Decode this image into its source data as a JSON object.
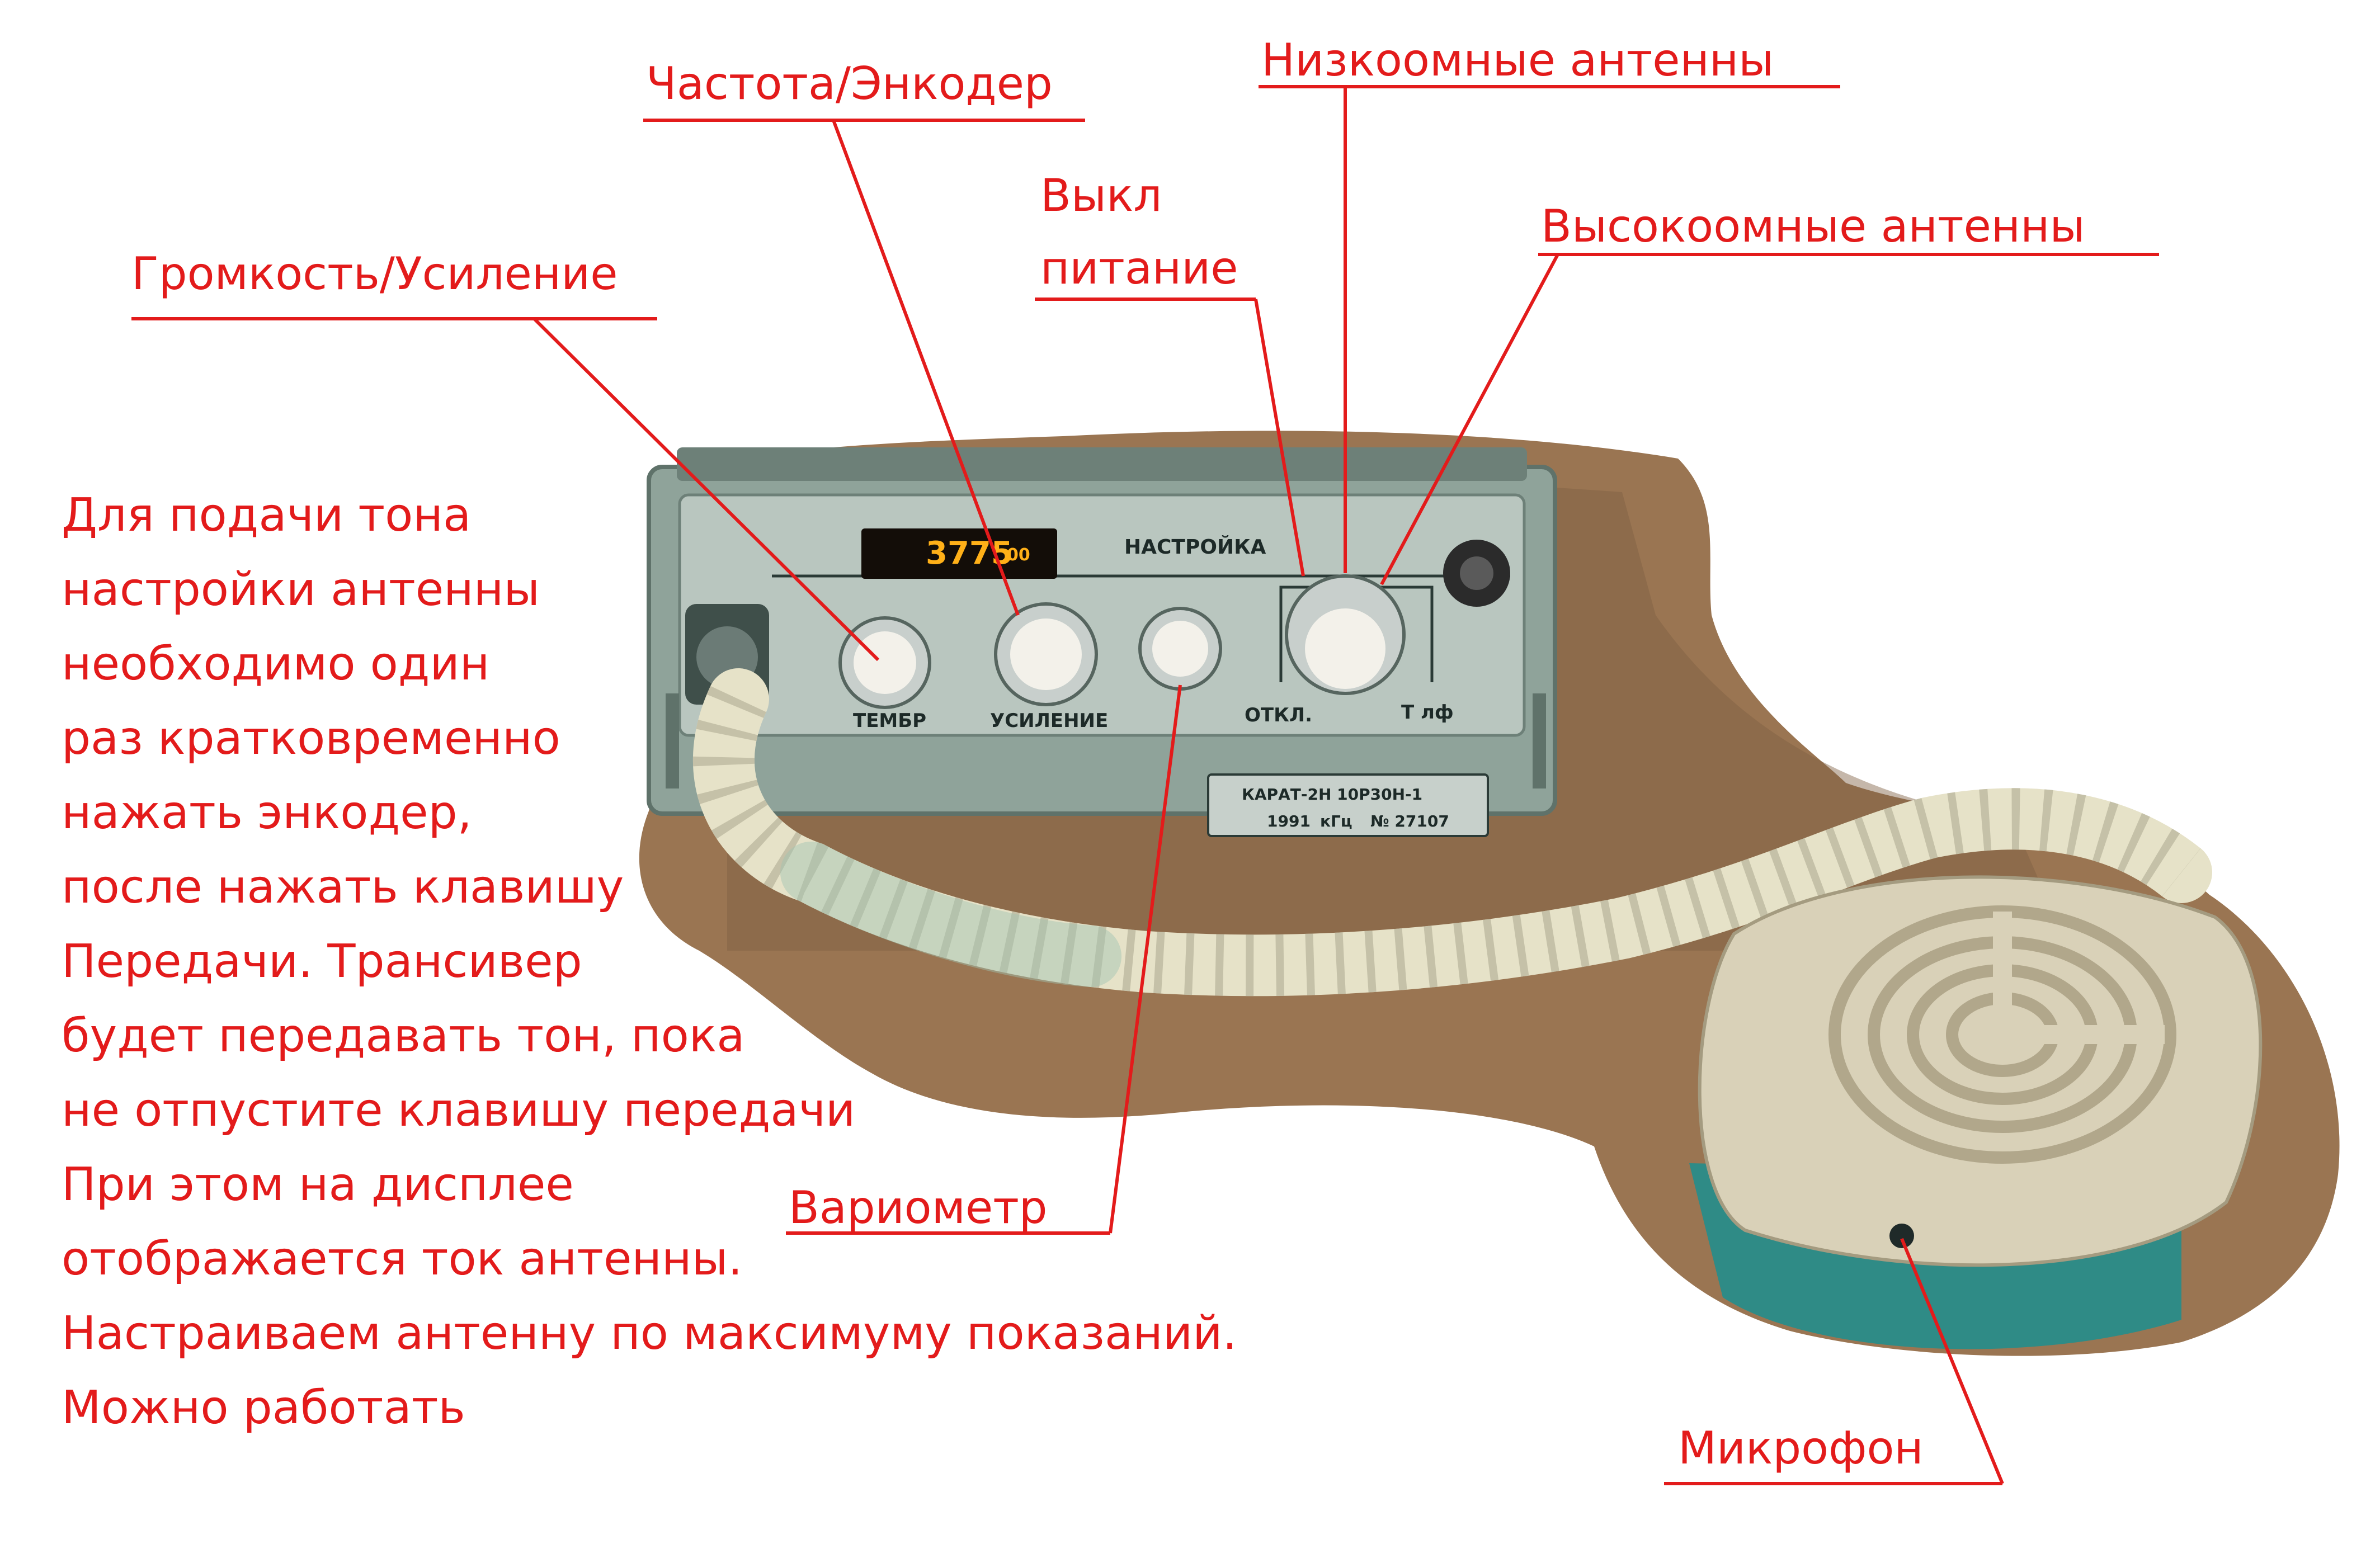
{
  "labels": {
    "frequency_encoder": "Частота/Энкодер",
    "low_impedance_antennas": "Низкоомные антенны",
    "power_off_1": "Выкл",
    "power_off_2": "питание",
    "high_impedance_antennas": "Высокоомные антенны",
    "volume_gain": "Громкость/Усиление",
    "variometer": "Вариометр",
    "microphone": "Микрофон"
  },
  "instructions": [
    "Для подачи тона",
    "настройки антенны",
    "необходимо один",
    "раз кратковременно",
    "нажать энкодер,",
    "после нажать клавишу",
    "Передачи. Трансивер",
    "будет передавать тон, пока",
    "не отпустите клавишу передачи",
    "При этом на дисплее",
    "отображается ток антенны.",
    "Настраиваем антенну по максимуму показаний.",
    "Можно работать"
  ],
  "device": {
    "panel_label_tuning": "НАСТРОЙКА",
    "knob_label_tone": "ТЕМБР",
    "knob_label_gain": "УСИЛЕНИЕ",
    "switch_label_off": "ОТКЛ.",
    "switch_label_tlf": "Т лф",
    "display_main": "3775",
    "display_small": "00",
    "nameplate_model": "КАРАТ-2Н  10Р30Н-1",
    "nameplate_year": "1991",
    "nameplate_unit": "кГц",
    "nameplate_number": "№ 27107"
  },
  "colors": {
    "annotation": "#e31b1b",
    "device_body": "#8fa39a",
    "device_panel": "#b9c6bf",
    "cord": "#e6e2c8",
    "microphone_body": "#d9d1b8",
    "microphone_base": "#2f8b86",
    "wood_background": "#9a7552",
    "display_digits": "#ffb018"
  }
}
